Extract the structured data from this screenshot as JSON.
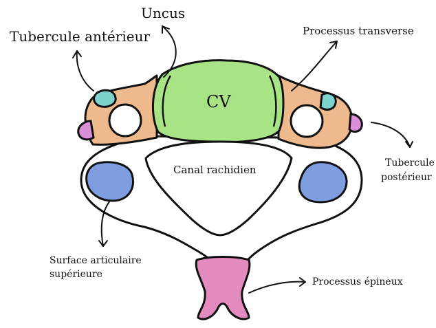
{
  "labels": {
    "uncus": "Uncus",
    "tubercule_anterieur": "Tubercule antérieur",
    "processus_transverse": "Processus transverse",
    "cv": "CV",
    "canal": "Canal rachidien",
    "tubercule_posterieur_line1": "Tubercule",
    "tubercule_posterieur_line2": "postérieur",
    "surface_line1": "Surface articulaire",
    "surface_line2": "supérieure",
    "processus_epineux": "Processus épineux"
  },
  "colors": {
    "body_green": "#a8e486",
    "transverse_orange": "#eeb98c",
    "tubercle_teal": "#7fd3cf",
    "tubercle_pink": "#da8fd8",
    "articular_blue": "#7f9ee0",
    "spinous_pink": "#e38bbf",
    "outline": "#111111"
  }
}
